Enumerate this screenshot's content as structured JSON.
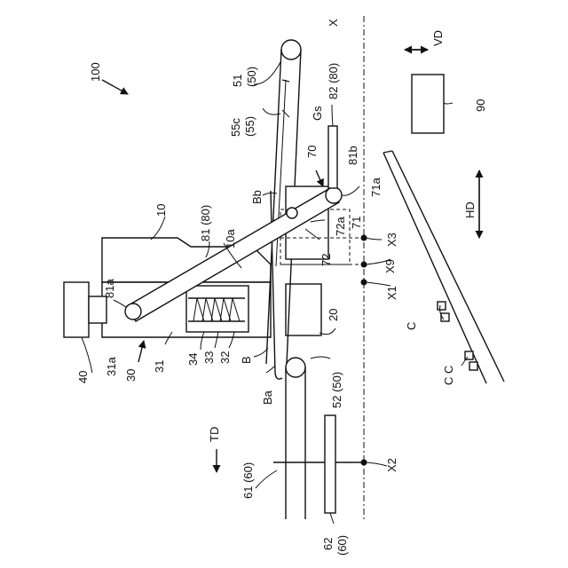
{
  "labels": {
    "fig_ref": "100",
    "l10": "10",
    "l20": "20",
    "l30": "30",
    "l31": "31",
    "l31a": "31a",
    "l32": "32",
    "l33": "33",
    "l34": "34",
    "l40": "40",
    "l51": "51\n(50)",
    "l52": "52 (50)",
    "l55c": "55c\n(55)",
    "l61": "61 (60)",
    "l62": "62\n(60)",
    "l70": "70",
    "l71": "71",
    "l71a": "71a",
    "l72": "72",
    "l72a": "72a",
    "l81": "81 (80)",
    "l81a": "81a",
    "l81b": "81b",
    "l82": "82 (80)",
    "l90": "90",
    "l10a": "10a",
    "lB": "B",
    "lBa": "Ba",
    "lBb": "Bb",
    "lGs": "Gs",
    "lC1": "C",
    "lC2": "C C",
    "lX": "X",
    "lX1": "X1",
    "lX2": "X2",
    "lX3": "X3",
    "lX9": "X9",
    "lTD": "TD",
    "lVD": "VD",
    "lHD": "HD"
  }
}
